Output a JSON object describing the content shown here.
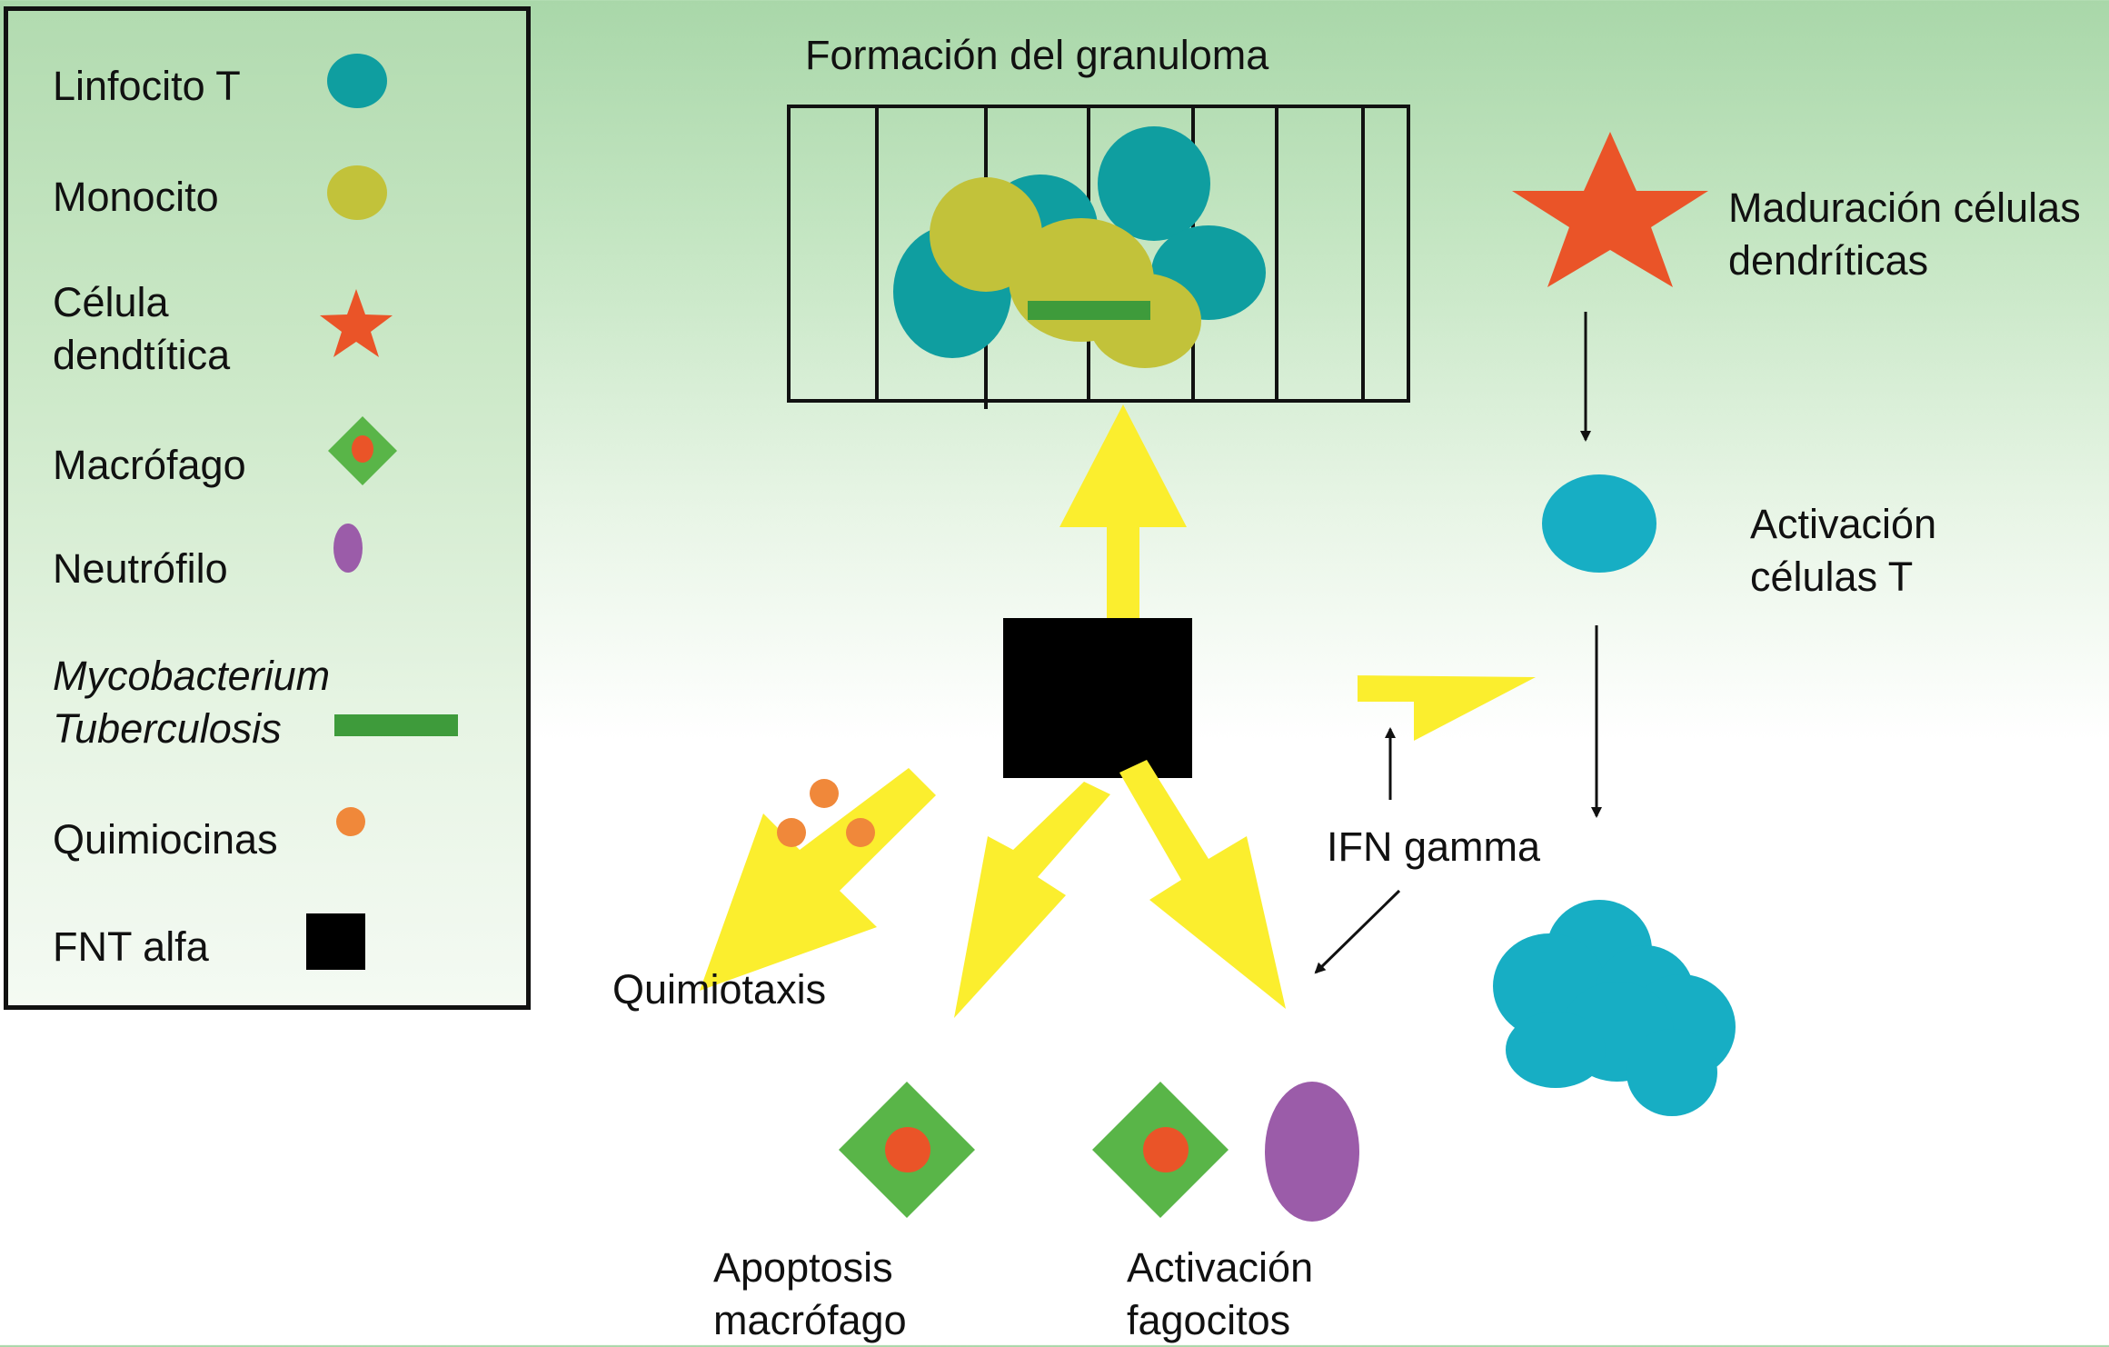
{
  "legend": {
    "items": [
      {
        "label": "Linfocito T",
        "icon": "teal-circle-icon"
      },
      {
        "label": "Monocito",
        "icon": "olive-circle-icon"
      },
      {
        "label_line1": "Célula",
        "label_line2": "dendtítica",
        "icon": "red-star-icon"
      },
      {
        "label": "Macrófago",
        "icon": "green-diamond-icon"
      },
      {
        "label": "Neutrófilo",
        "icon": "purple-oval-icon"
      },
      {
        "label_line1": "Mycobacterium",
        "label_line2": "Tuberculosis",
        "icon": "green-rod-icon"
      },
      {
        "label": "Quimiocinas",
        "icon": "orange-dot-icon"
      },
      {
        "label": "FNT alfa",
        "icon": "black-square-icon"
      }
    ]
  },
  "diagram": {
    "granuloma_title": "Formación del granuloma",
    "dendritic_line1": "Maduración células",
    "dendritic_line2": "dendríticas",
    "tcell_line1": "Activación",
    "tcell_line2": "células T",
    "ifn_label": "IFN gamma",
    "chemotaxis_label": "Quimiotaxis",
    "apoptosis_line1": "Apoptosis",
    "apoptosis_line2": "macrófago",
    "phago_line1": "Activación",
    "phago_line2": "fagocitos"
  },
  "colors": {
    "teal": "#0f9ea0",
    "olive": "#c2c23a",
    "red": "#ea5428",
    "green": "#59b548",
    "purple": "#9b5ca9",
    "orange": "#f0883a",
    "yellow": "#fbee2e",
    "cyan": "#17aec4",
    "black": "#000000"
  }
}
